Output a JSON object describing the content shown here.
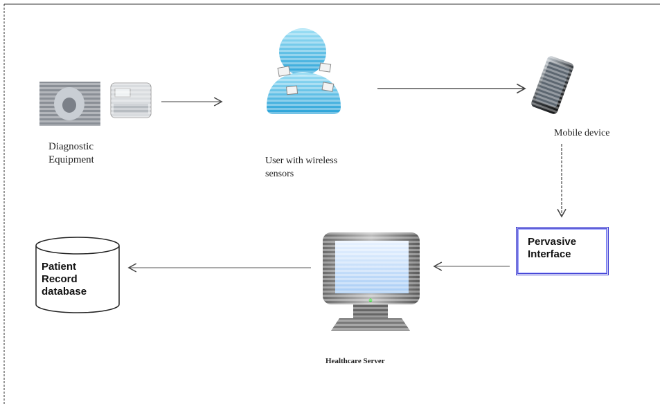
{
  "labels": {
    "diagnostic_equipment": "Diagnostic\nEquipment",
    "user_with_sensors": "User with wireless\nsensors",
    "mobile_device": "Mobile device",
    "pervasive_interface": "Pervasive\nInterface",
    "patient_database": "Patient\nRecord\ndatabase",
    "healthcare_server": "Healthcare Server"
  },
  "colors": {
    "arrow": "#555555",
    "interface_border": "#3a3ad0",
    "user_figure": "#5fc6ea",
    "monitor_screen": "#cfe6ff"
  }
}
